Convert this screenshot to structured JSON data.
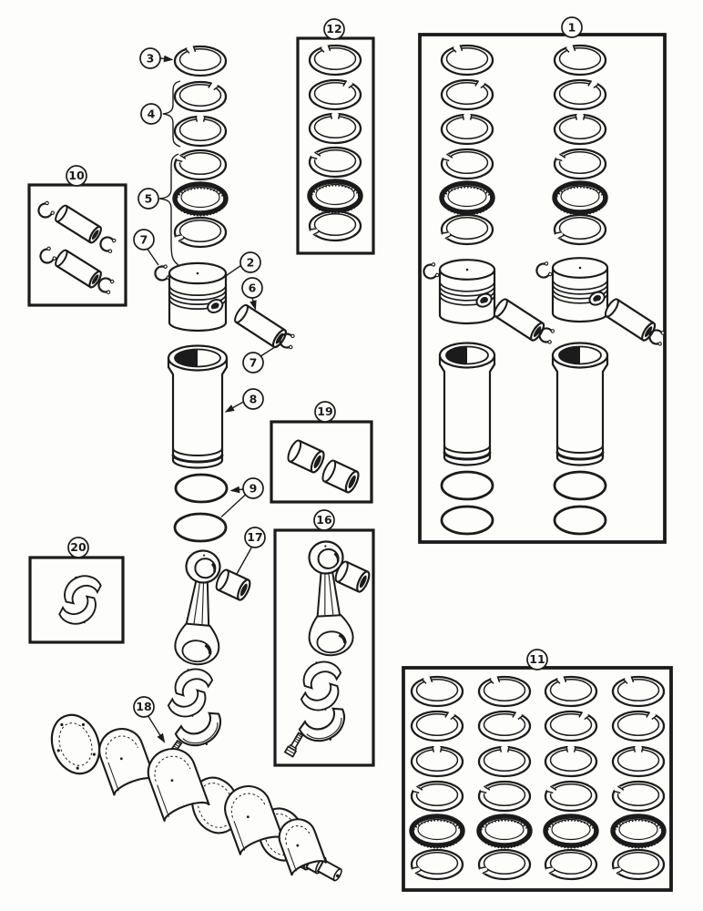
{
  "figure": {
    "kind": "engine-piston-and-crankshaft-exploded-parts-diagram",
    "background": "#fdfdfc",
    "ink": "#1b1b1b"
  },
  "callouts": {
    "c1": {
      "label": "1"
    },
    "c2": {
      "label": "2"
    },
    "c3": {
      "label": "3"
    },
    "c4": {
      "label": "4"
    },
    "c5": {
      "label": "5"
    },
    "c6": {
      "label": "6"
    },
    "c7a": {
      "label": "7"
    },
    "c7b": {
      "label": "7"
    },
    "c8": {
      "label": "8"
    },
    "c9": {
      "label": "9"
    },
    "c10": {
      "label": "10"
    },
    "c11": {
      "label": "11"
    },
    "c12": {
      "label": "12"
    },
    "c16": {
      "label": "16"
    },
    "c17": {
      "label": "17"
    },
    "c18": {
      "label": "18"
    },
    "c19": {
      "label": "19"
    },
    "c20": {
      "label": "20"
    }
  },
  "legend": [
    {
      "callout": "1",
      "part": "piston-sleeve-and-ring-kit-box"
    },
    {
      "callout": "2",
      "part": "piston"
    },
    {
      "callout": "3",
      "part": "top-compression-ring"
    },
    {
      "callout": "4",
      "part": "compression-ring-pair"
    },
    {
      "callout": "5",
      "part": "oil-ring-group"
    },
    {
      "callout": "6",
      "part": "piston-pin"
    },
    {
      "callout": "7",
      "part": "pin-retaining-ring"
    },
    {
      "callout": "8",
      "part": "cylinder-sleeve"
    },
    {
      "callout": "9",
      "part": "sleeve-o-ring-seals"
    },
    {
      "callout": "10",
      "part": "piston-pin-kit-box"
    },
    {
      "callout": "11",
      "part": "four-cylinder-ring-set-box"
    },
    {
      "callout": "12",
      "part": "single-cylinder-ring-set-box"
    },
    {
      "callout": "16",
      "part": "connecting-rod-assembly-box"
    },
    {
      "callout": "17",
      "part": "piston-pin-bushing"
    },
    {
      "callout": "18",
      "part": "connecting-rod-bolt"
    },
    {
      "callout": "19",
      "part": "bushing-kit-box"
    },
    {
      "callout": "20",
      "part": "main-bearing-half-pair-box"
    }
  ]
}
